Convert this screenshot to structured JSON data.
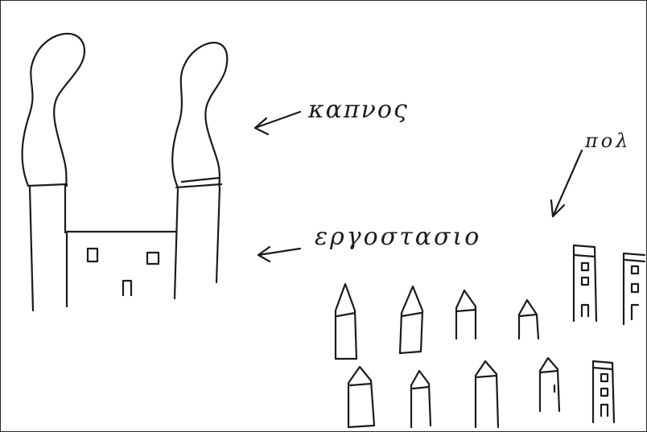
{
  "labels": {
    "smoke": "καπνος",
    "factory": "εργοστασιο",
    "city": "πολ"
  },
  "colors": {
    "paper": "#ffffff",
    "ink": "#1b1b1b"
  }
}
